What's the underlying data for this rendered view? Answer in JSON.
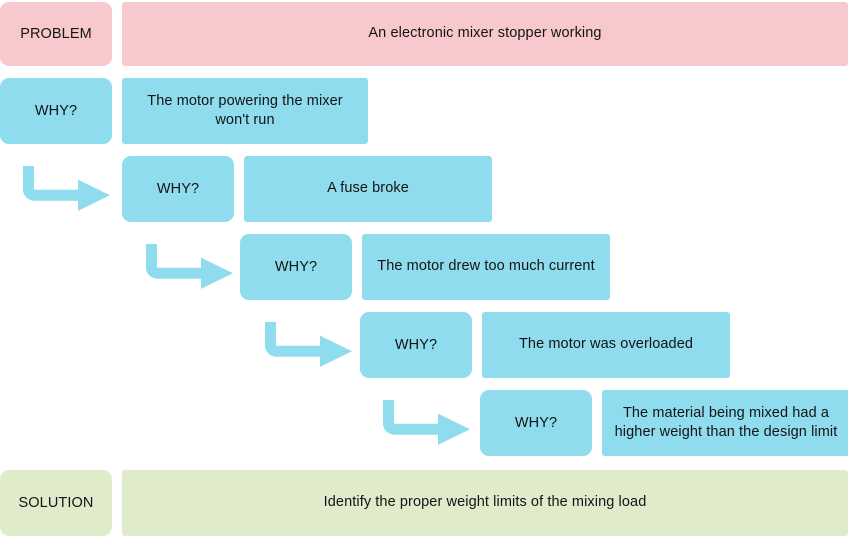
{
  "diagram": {
    "type": "five-whys",
    "colors": {
      "problem": "#f7c9cd",
      "why": "#8edcee",
      "solution": "#dfebcb",
      "arrow": "#8edcee",
      "text": "#141414",
      "background": "#ffffff"
    },
    "problem": {
      "label": "PROBLEM",
      "text": "An electronic mixer stopper working"
    },
    "whys": [
      {
        "label": "WHY?",
        "text": "The motor powering the mixer won't run",
        "arrow_icon": "elbow-arrow-right-icon",
        "has_arrow": false
      },
      {
        "label": "WHY?",
        "text": "A fuse broke",
        "arrow_icon": "elbow-arrow-right-icon",
        "has_arrow": true
      },
      {
        "label": "WHY?",
        "text": "The motor drew too much current",
        "arrow_icon": "elbow-arrow-right-icon",
        "has_arrow": true
      },
      {
        "label": "WHY?",
        "text": "The motor was overloaded",
        "arrow_icon": "elbow-arrow-right-icon",
        "has_arrow": true
      },
      {
        "label": "WHY?",
        "text": "The material being mixed had a higher weight than the design limit",
        "arrow_icon": "elbow-arrow-right-icon",
        "has_arrow": true
      }
    ],
    "solution": {
      "label": "SOLUTION",
      "text": "Identify the proper weight limits of the mixing load"
    }
  }
}
